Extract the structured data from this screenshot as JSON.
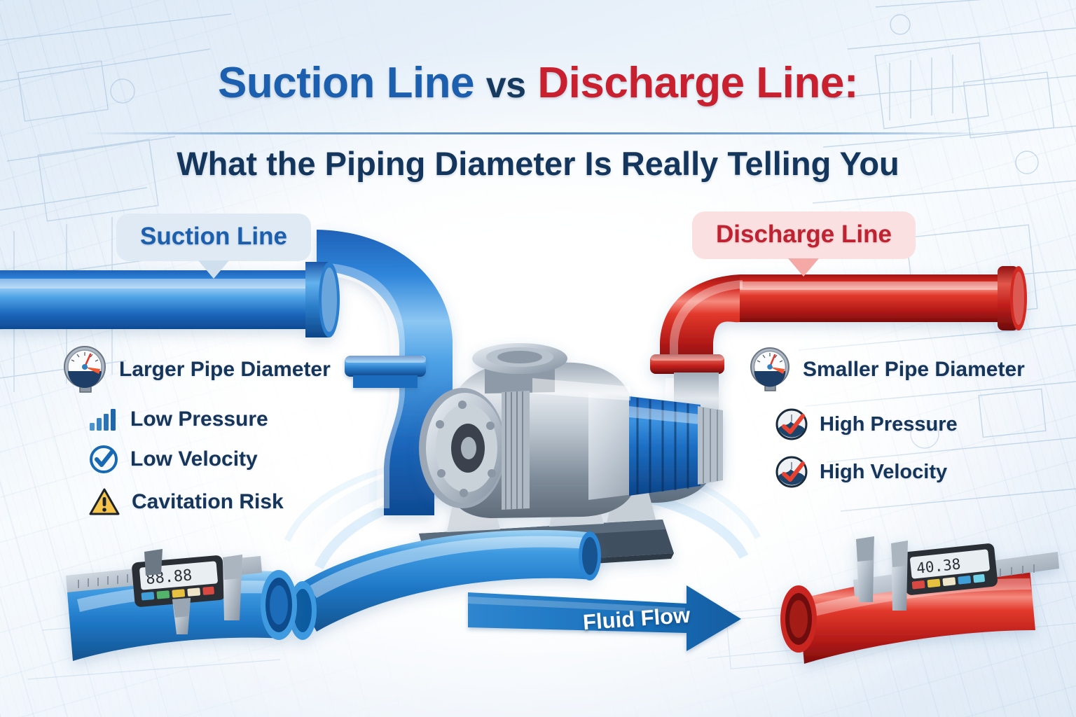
{
  "header": {
    "title_part_blue": "Suction Line",
    "title_part_vs": "vs",
    "title_part_red": "Discharge Line:",
    "subtitle": "What the Piping Diameter Is Really Telling You"
  },
  "badges": {
    "suction": "Suction Line",
    "discharge": "Discharge Line"
  },
  "left_panel": {
    "items": [
      {
        "label": "Larger Pipe Diameter",
        "icon": "pressure-gauge-icon"
      },
      {
        "label": "Low Pressure",
        "icon": "bar-chart-icon"
      },
      {
        "label": "Low Velocity",
        "icon": "circle-check-icon"
      },
      {
        "label": "Cavitation Risk",
        "icon": "warning-triangle-icon"
      }
    ]
  },
  "right_panel": {
    "items": [
      {
        "label": "Smaller Pipe Diameter",
        "icon": "pressure-gauge-icon"
      },
      {
        "label": "High Pressure",
        "icon": "gauge-check-icon"
      },
      {
        "label": "High Velocity",
        "icon": "gauge-check-icon"
      }
    ]
  },
  "diagram": {
    "flow_label": "Fluid Flow",
    "suction_pipe": "blue-suction-pipe",
    "discharge_pipe": "red-discharge-pipe",
    "pump": "centrifugal-pump",
    "caliper_left": "digital-caliper-blue-pipe",
    "caliper_right": "digital-caliper-red-pipe"
  },
  "colors": {
    "suction_blue": "#1b5fae",
    "discharge_red": "#c8202e",
    "navy": "#14365c",
    "badge_blue_bg": "#dfeaf4",
    "badge_red_bg": "#fbe0e1",
    "warning_yellow": "#f5c44a",
    "flow_arrow_blue": "#1b72bd"
  }
}
